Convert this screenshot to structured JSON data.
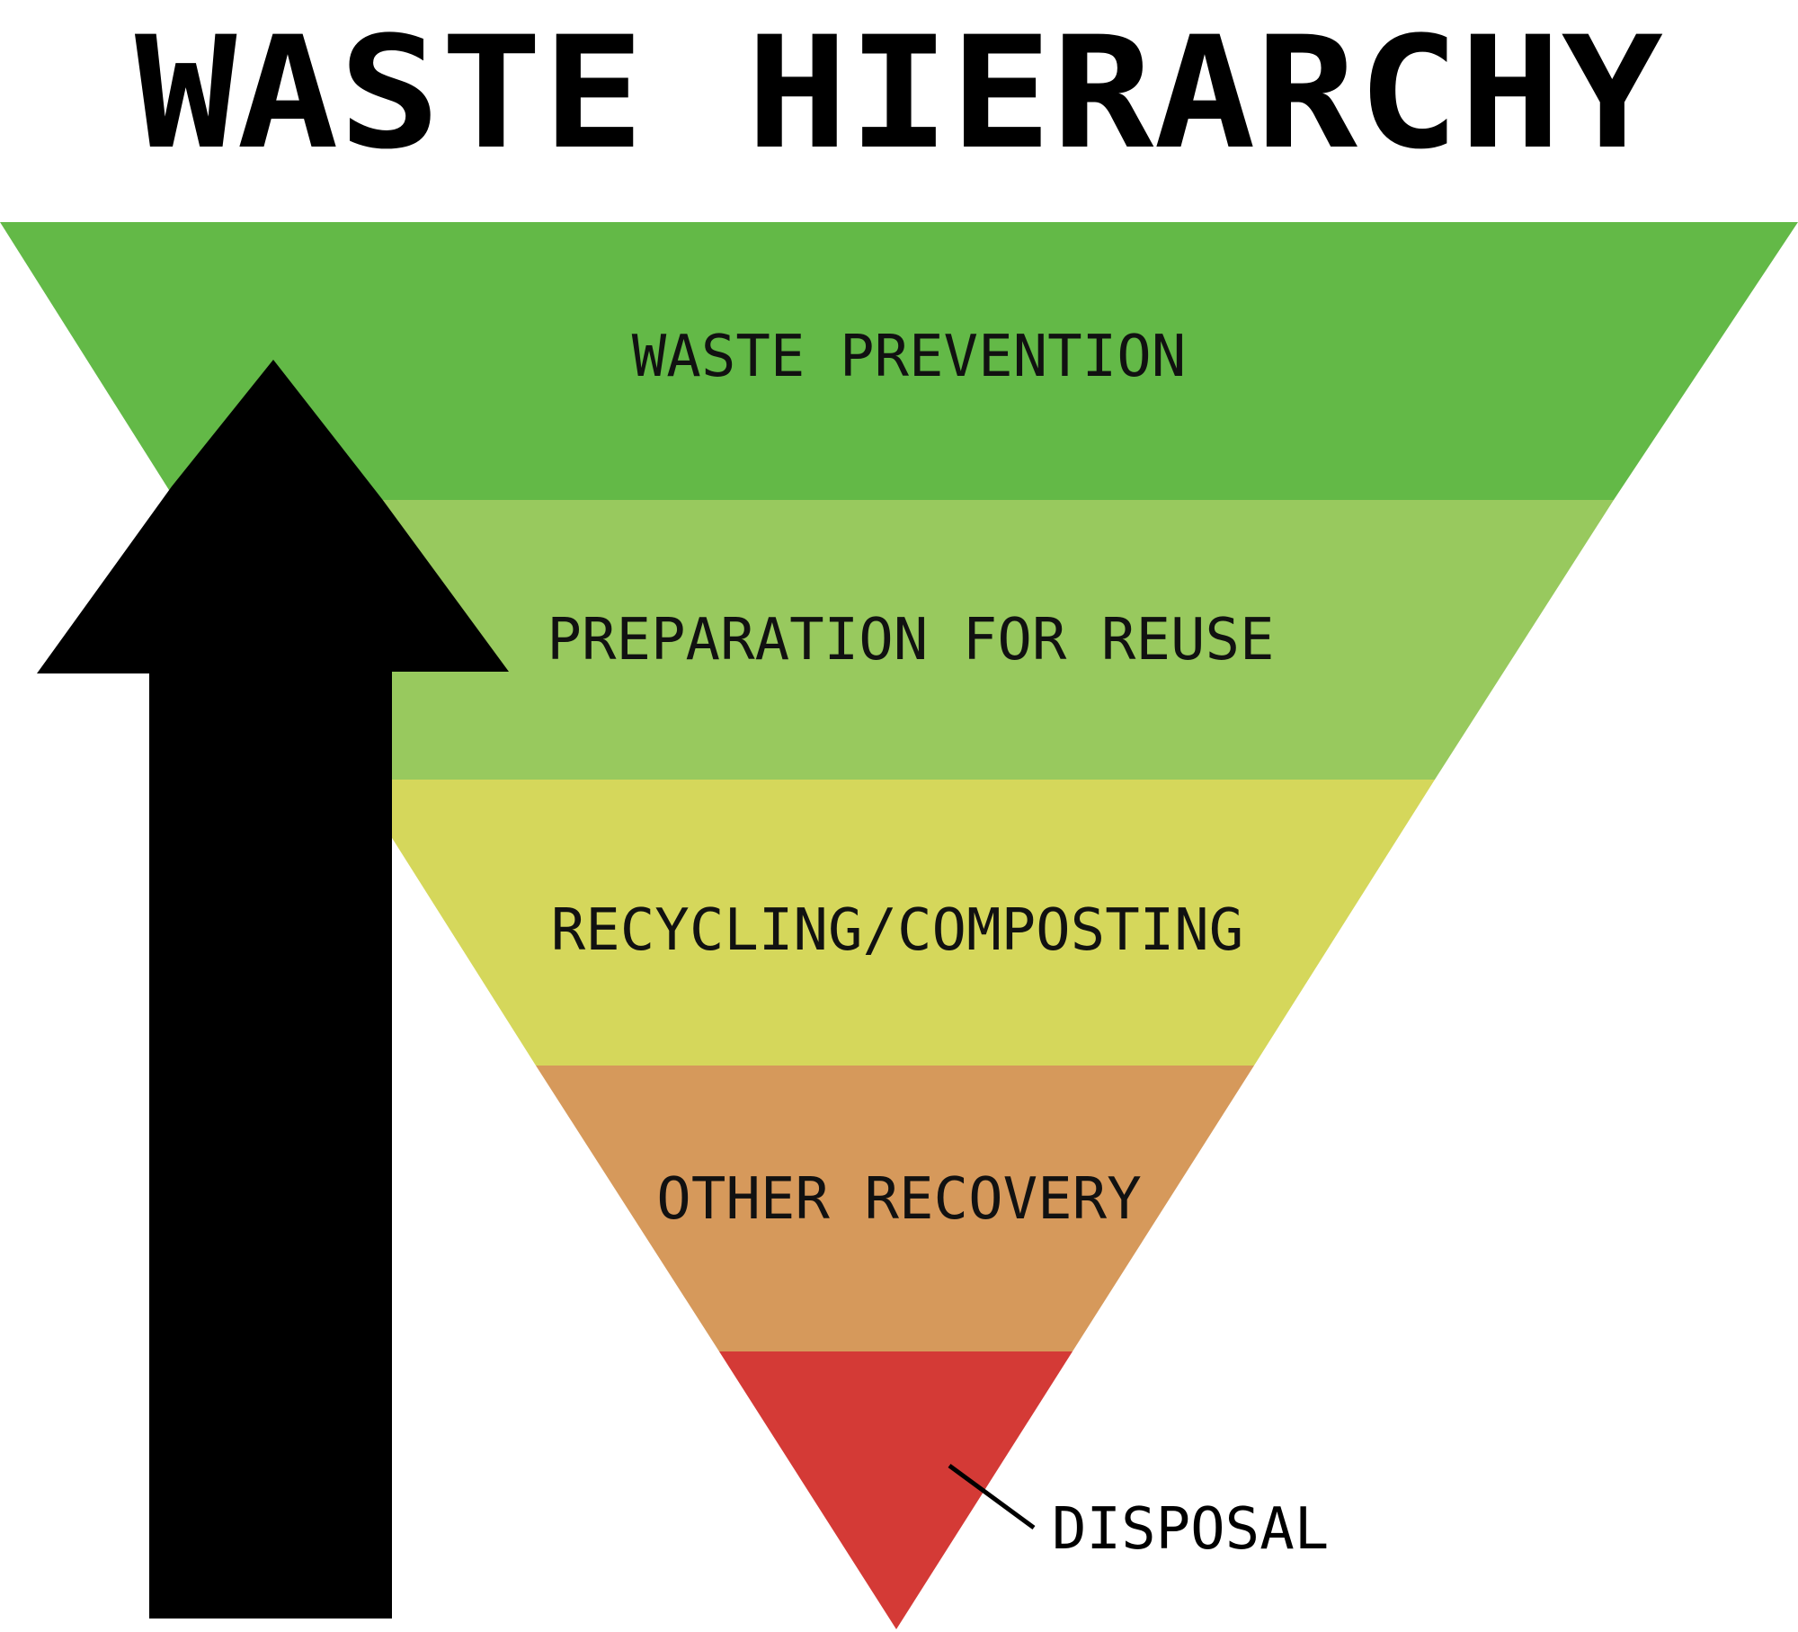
{
  "title": "WASTE HIERARCHY",
  "tiers": [
    {
      "label": "WASTE PREVENTION",
      "color": "#63b947"
    },
    {
      "label": "PREPARATION FOR REUSE",
      "color": "#98c95e"
    },
    {
      "label": "RECYCLING/COMPOSTING",
      "color": "#d5d75b"
    },
    {
      "label": "OTHER RECOVERY",
      "color": "#d6995b"
    },
    {
      "label": "DISPOSAL",
      "color": "#d43a36"
    }
  ],
  "arrow": {
    "color": "#000000",
    "icon": "arrow-up-icon"
  }
}
